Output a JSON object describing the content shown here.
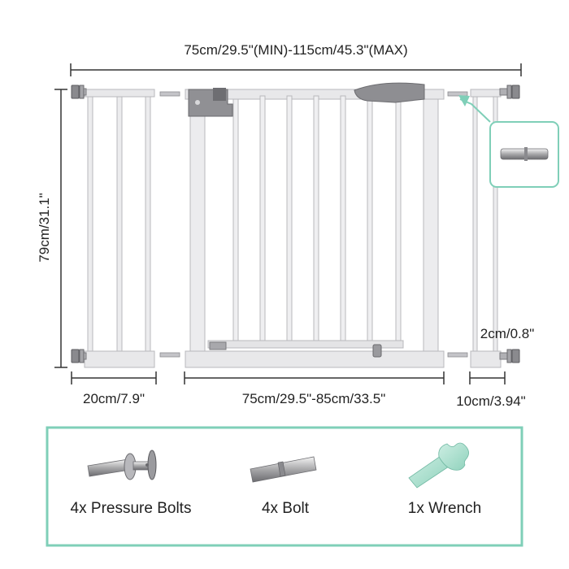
{
  "dimensions": {
    "total_width": "75cm/29.5\"(MIN)-115cm/45.3\"(MAX)",
    "height": "79cm/31.1\"",
    "left_extension_width": "20cm/7.9\"",
    "main_gate_width": "75cm/29.5\"-85cm/33.5\"",
    "right_extension_width": "10cm/3.94\"",
    "bottom_bar": "2cm/0.8\""
  },
  "accessories": [
    {
      "label": "4x Pressure Bolts",
      "icon": "pressure-bolt-icon"
    },
    {
      "label": "4x Bolt",
      "icon": "bolt-icon"
    },
    {
      "label": "1x Wrench",
      "icon": "wrench-icon"
    }
  ],
  "colors": {
    "frame": "#e8e8ea",
    "frame_stroke": "#b8b8bc",
    "handle": "#8e8e92",
    "accent_teal": "#7fcfb8",
    "dimension_line": "#333333"
  }
}
